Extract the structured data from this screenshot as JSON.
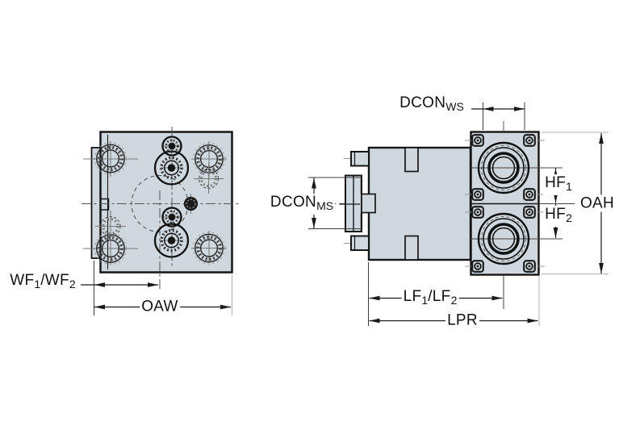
{
  "labels": {
    "dcon_ws": {
      "main": "DCON",
      "sub": "WS"
    },
    "dcon_ms": {
      "main": "DCON",
      "sub": "MS"
    },
    "wf": {
      "p1": "WF",
      "s1": "1",
      "p2": "/WF",
      "s2": "2"
    },
    "oaw": {
      "text": "OAW"
    },
    "lf": {
      "p1": "LF",
      "s1": "1",
      "p2": "/LF",
      "s2": "2"
    },
    "lpr": {
      "text": "LPR"
    },
    "hf1": {
      "main": "HF",
      "sub": "1"
    },
    "hf2": {
      "main": "HF",
      "sub": "2"
    },
    "oah": {
      "text": "OAH"
    }
  },
  "colors": {
    "background": "#ffffff",
    "part_fill": "#cfd8de",
    "outline": "#161616",
    "dimension": "#1a1a1a",
    "centerline": "#555555",
    "extension_gray": "#b0b0b0"
  }
}
